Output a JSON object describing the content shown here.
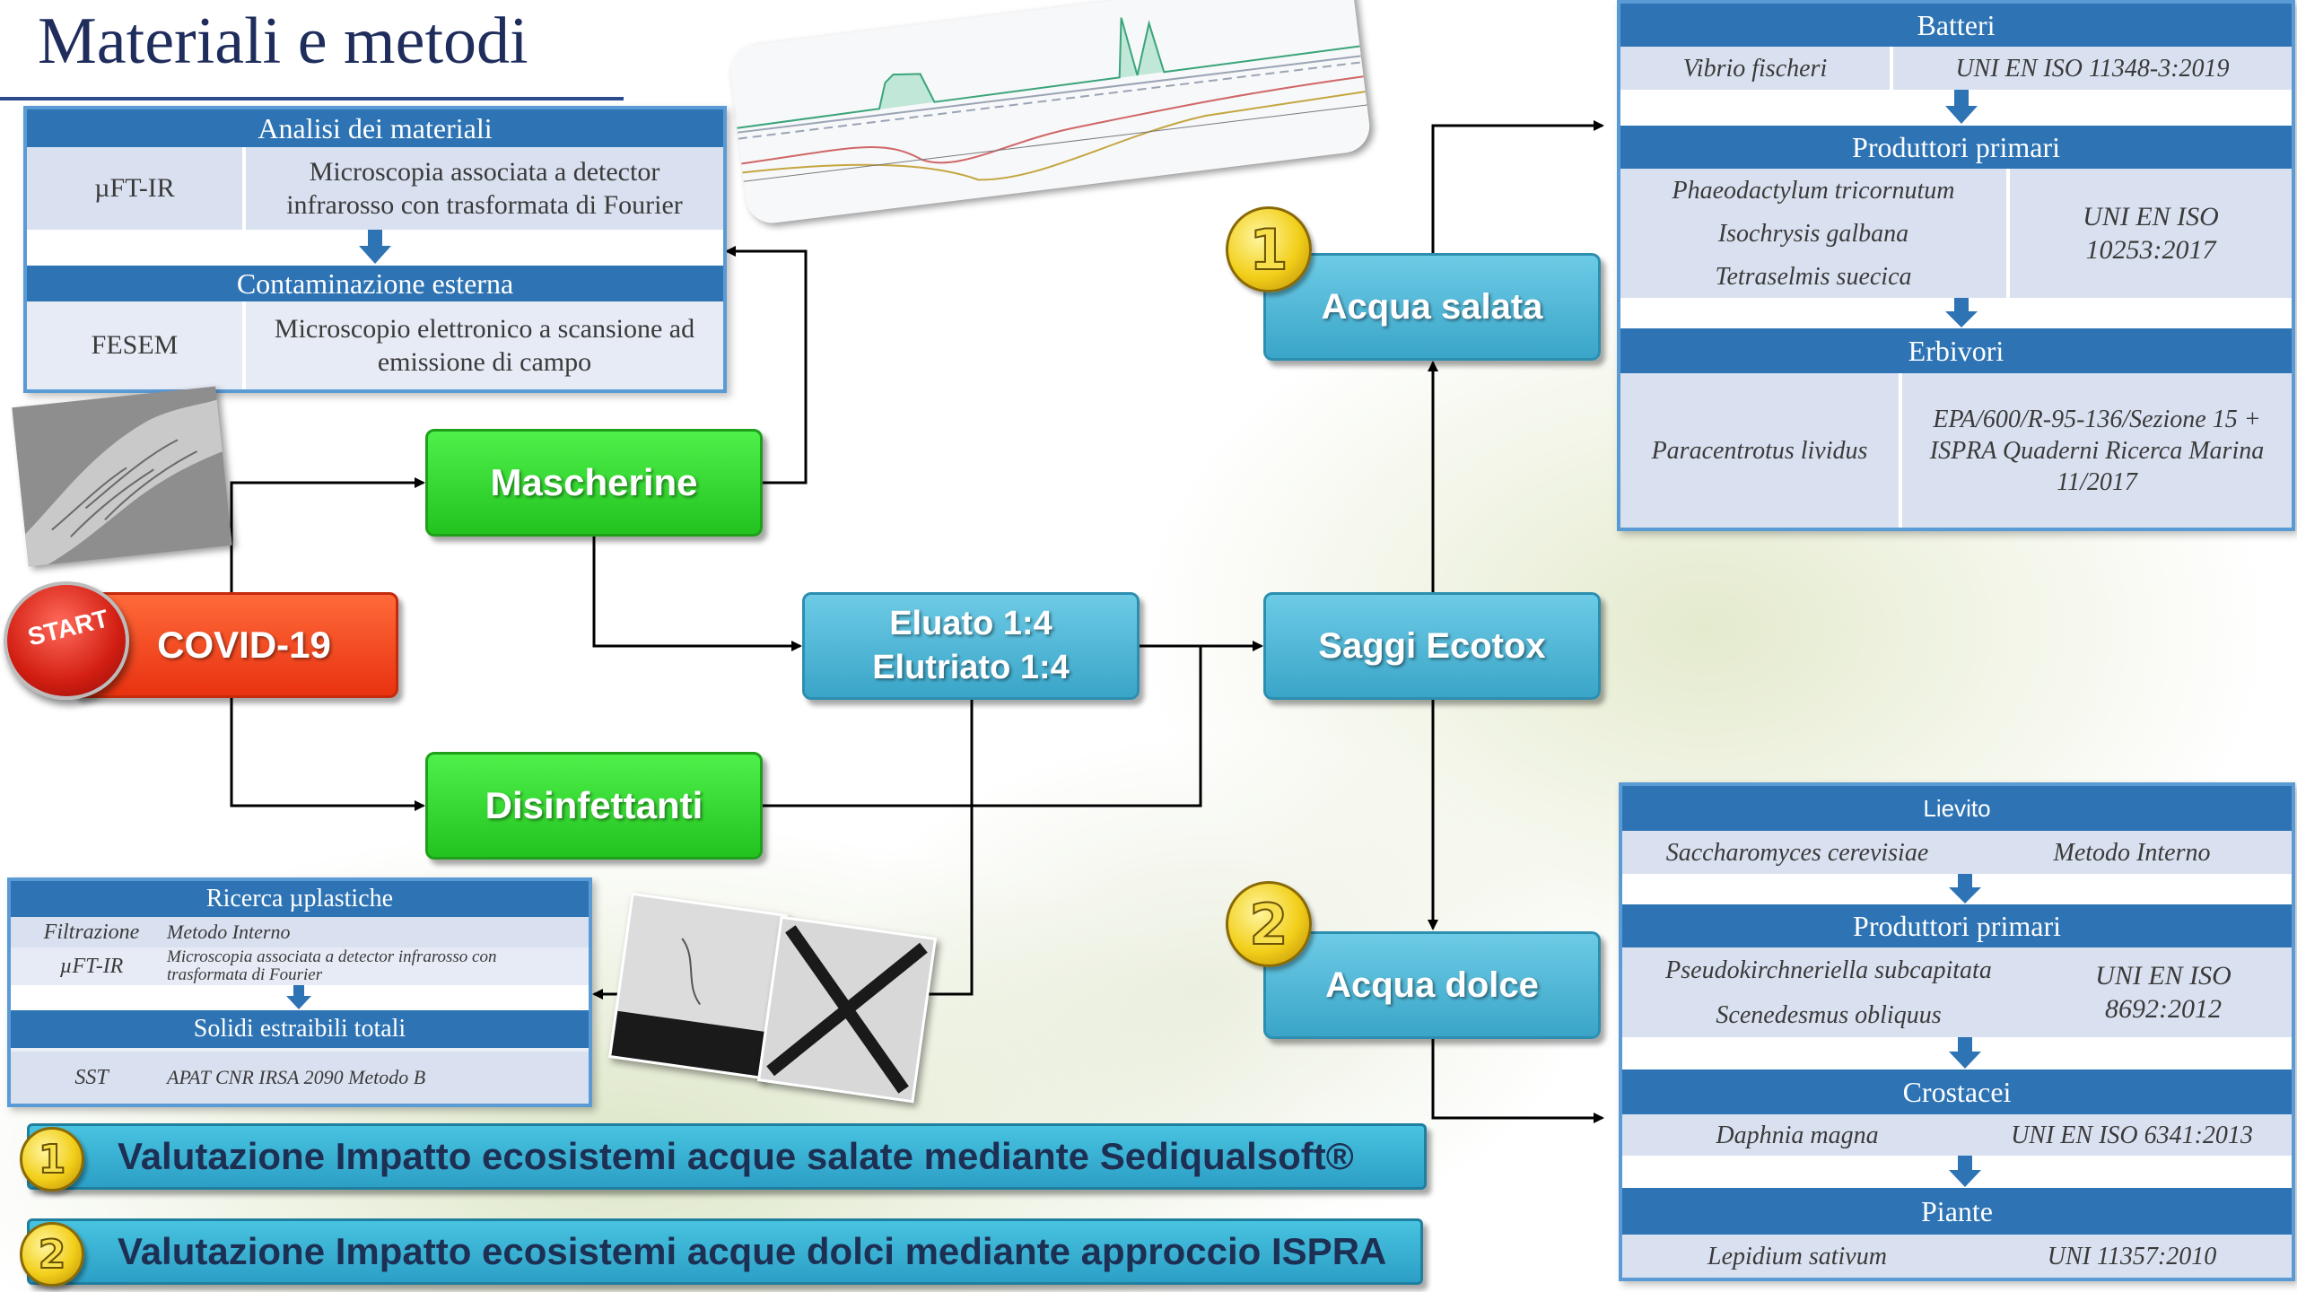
{
  "title": "Materiali e metodi",
  "analisi": {
    "header": "Analisi dei materiali",
    "row1_label": "µFT-IR",
    "row1_desc": "Microscopia associata a detector infrarosso con trasformata di Fourier",
    "header2": "Contaminazione esterna",
    "row2_label": "FESEM",
    "row2_desc": "Microscopio elettronico a scansione ad emissione di campo"
  },
  "flow": {
    "start_label": "START",
    "covid": "COVID-19",
    "mascherine": "Mascherine",
    "disinfettanti": "Disinfettanti",
    "eluato_line1": "Eluato 1:4",
    "eluato_line2": "Elutriato 1:4",
    "saggi": "Saggi Ecotox",
    "acqua_salata": "Acqua salata",
    "acqua_dolce": "Acqua dolce",
    "medal1": "1",
    "medal2": "2"
  },
  "microplastiche": {
    "header": "Ricerca µplastiche",
    "r1_label": "Filtrazione",
    "r1_val": "Metodo Interno",
    "r2_label": "µFT-IR",
    "r2_val": "Microscopia associata a detector infrarosso con trasformata di Fourier",
    "header2": "Solidi estraibili totali",
    "r3_label": "SST",
    "r3_val": "APAT CNR IRSA 2090 Metodo B"
  },
  "salata_table": {
    "batteri": "Batteri",
    "batteri_species": "Vibrio fischeri",
    "batteri_norm": "UNI EN ISO 11348-3:2019",
    "produttori": "Produttori primari",
    "prod_species": [
      "Phaeodactylum tricornutum",
      "Isochrysis galbana",
      "Tetraselmis suecica"
    ],
    "prod_norm": "UNI EN ISO 10253:2017",
    "erbivori": "Erbivori",
    "erb_species": "Paracentrotus lividus",
    "erb_norm": "EPA/600/R-95-136/Sezione 15 + ISPRA Quaderni Ricerca Marina 11/2017"
  },
  "dolce_table": {
    "lievito": "Lievito",
    "lievito_species": "Saccharomyces cerevisiae",
    "lievito_norm": "Metodo Interno",
    "produttori": "Produttori primari",
    "prod_species": [
      "Pseudokirchneriella subcapitata",
      "Scenedesmus obliquus"
    ],
    "prod_norm": "UNI EN ISO 8692:2012",
    "crostacei": "Crostacei",
    "crost_species": "Daphnia magna",
    "crost_norm": "UNI EN ISO 6341:2013",
    "piante": "Piante",
    "piante_species": "Lepidium sativum",
    "piante_norm": "UNI 11357:2010"
  },
  "banners": {
    "b1": "Valutazione Impatto ecosistemi acque salate mediante Sediqualsoft®",
    "b2": "Valutazione Impatto ecosistemi acque dolci mediante approccio ISPRA"
  },
  "colors": {
    "panel_header": "#2e74b5",
    "panel_border": "#5b9bd5",
    "green_box": "#2fd02b",
    "blue_box": "#4db4d6",
    "red_box": "#f04a1e"
  }
}
